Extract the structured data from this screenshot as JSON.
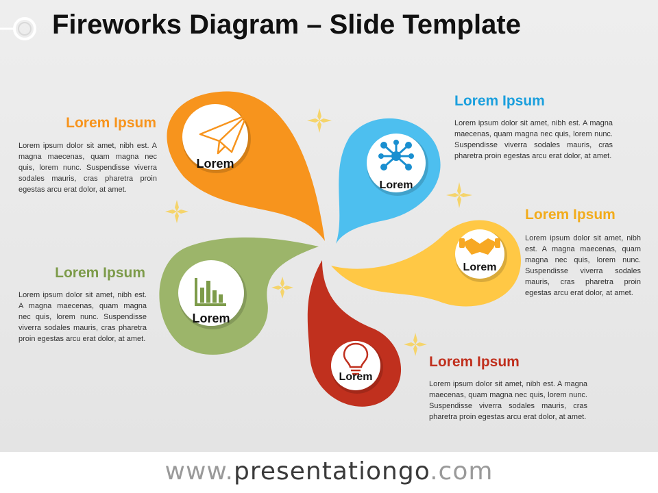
{
  "title": "Fireworks Diagram – Slide Template",
  "footer": {
    "prefix": "www.",
    "brand": "presentationgo",
    "suffix": ".com"
  },
  "colors": {
    "orange": "#F7941D",
    "blue": "#4DBFEF",
    "yellow": "#FFC845",
    "green": "#9CB56A",
    "red": "#C0301E"
  },
  "items": [
    {
      "key": "orange",
      "heading": "Lorem Ipsum",
      "label": "Lorem",
      "icon": "paper-plane-icon",
      "body": "Lorem ipsum dolor sit amet, nibh est. A magna maecenas, quam magna nec quis, lorem nunc. Suspendisse viverra sodales mauris, cras pharetra proin egestas arcu erat dolor, at amet."
    },
    {
      "key": "blue",
      "heading": "Lorem Ipsum",
      "label": "Lorem",
      "icon": "network-icon",
      "body": "Lorem ipsum dolor sit amet, nibh est. A magna maecenas, quam magna nec quis, lorem nunc. Suspendisse viverra sodales mauris, cras pharetra proin egestas arcu erat dolor, at amet."
    },
    {
      "key": "yellow",
      "heading": "Lorem Ipsum",
      "label": "Lorem",
      "icon": "handshake-icon",
      "body": "Lorem ipsum dolor sit amet, nibh est. A magna maecenas, quam magna nec quis, lorem nunc. Suspendisse viverra sodales mauris, cras pharetra proin egestas arcu erat dolor, at amet."
    },
    {
      "key": "green",
      "heading": "Lorem Ipsum",
      "label": "Lorem",
      "icon": "bar-chart-icon",
      "body": "Lorem ipsum dolor sit amet, nibh est. A magna maecenas, quam magna nec quis, lorem nunc. Suspendisse viverra sodales mauris, cras pharetra proin egestas arcu erat dolor, at amet."
    },
    {
      "key": "red",
      "heading": "Lorem Ipsum",
      "label": "Lorem",
      "icon": "lightbulb-icon",
      "body": "Lorem ipsum dolor sit amet, nibh est. A magna maecenas, quam magna nec quis, lorem nunc. Suspendisse viverra sodales mauris, cras pharetra proin egestas arcu erat dolor, at amet."
    }
  ]
}
